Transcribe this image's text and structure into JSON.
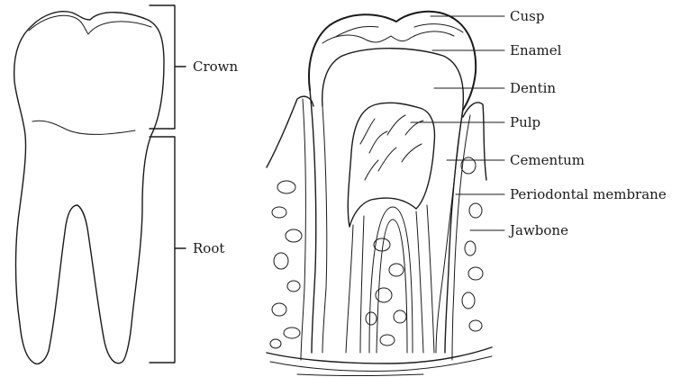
{
  "external": {
    "crown": "Crown",
    "root": "Root"
  },
  "cross_section": {
    "labels": [
      "Cusp",
      "Enamel",
      "Dentin",
      "Pulp",
      "Cementum",
      "Periodontal membrane",
      "Jawbone"
    ]
  }
}
